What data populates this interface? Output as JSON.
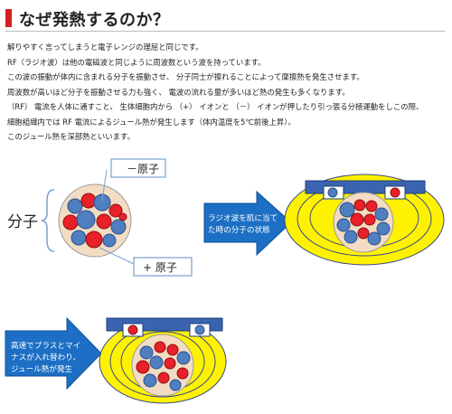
{
  "title": "なぜ発熱するのか？",
  "paragraph": [
    "解りやすく言ってしまうと電子レンジの理屈と同じです。",
    " RF（ラジオ波）は他の電磁波と同じように周波数という波を持っています。",
    "この波の振動が体内に含まれる分子を振動させ、 分子同士が擦れることによって摩擦熱を発生させます。",
    "周波数が高いほど分子を振動させる力も強く、 電波の流れる量が多いほど熱の発生も多くなります。",
    "（RF） 電流を人体に通すこと、 生体細胞内から （+） イオンと （－） イオンが押したり引っ張る分極運動をしこの際、",
    "細胞組織内では RF 電流によるジュール熱が発生します（体内温度を5℃前後上昇）。",
    "このジュール熱を深部熱といいます。"
  ],
  "diagram": {
    "molecule_label": "分子",
    "minus_atom_label": "－原子",
    "plus_atom_label": "+ 原子",
    "arrow1_text": [
      "ラジオ波を肌に当て",
      "た時の分子の状態"
    ],
    "arrow2_text": [
      "高速でプラスとマイ",
      "ナスが入れ替わり、",
      "ジュール熱が発生"
    ]
  },
  "colors": {
    "title_accent": "#d32020",
    "arrow_fill": "#1c6fc4",
    "atom_blue": "#4f7fc1",
    "atom_red": "#e8202a",
    "molecule_bg": "#f3dcc4",
    "heat_yellow": "#fff200",
    "electrode_blue": "#3a64b0"
  }
}
